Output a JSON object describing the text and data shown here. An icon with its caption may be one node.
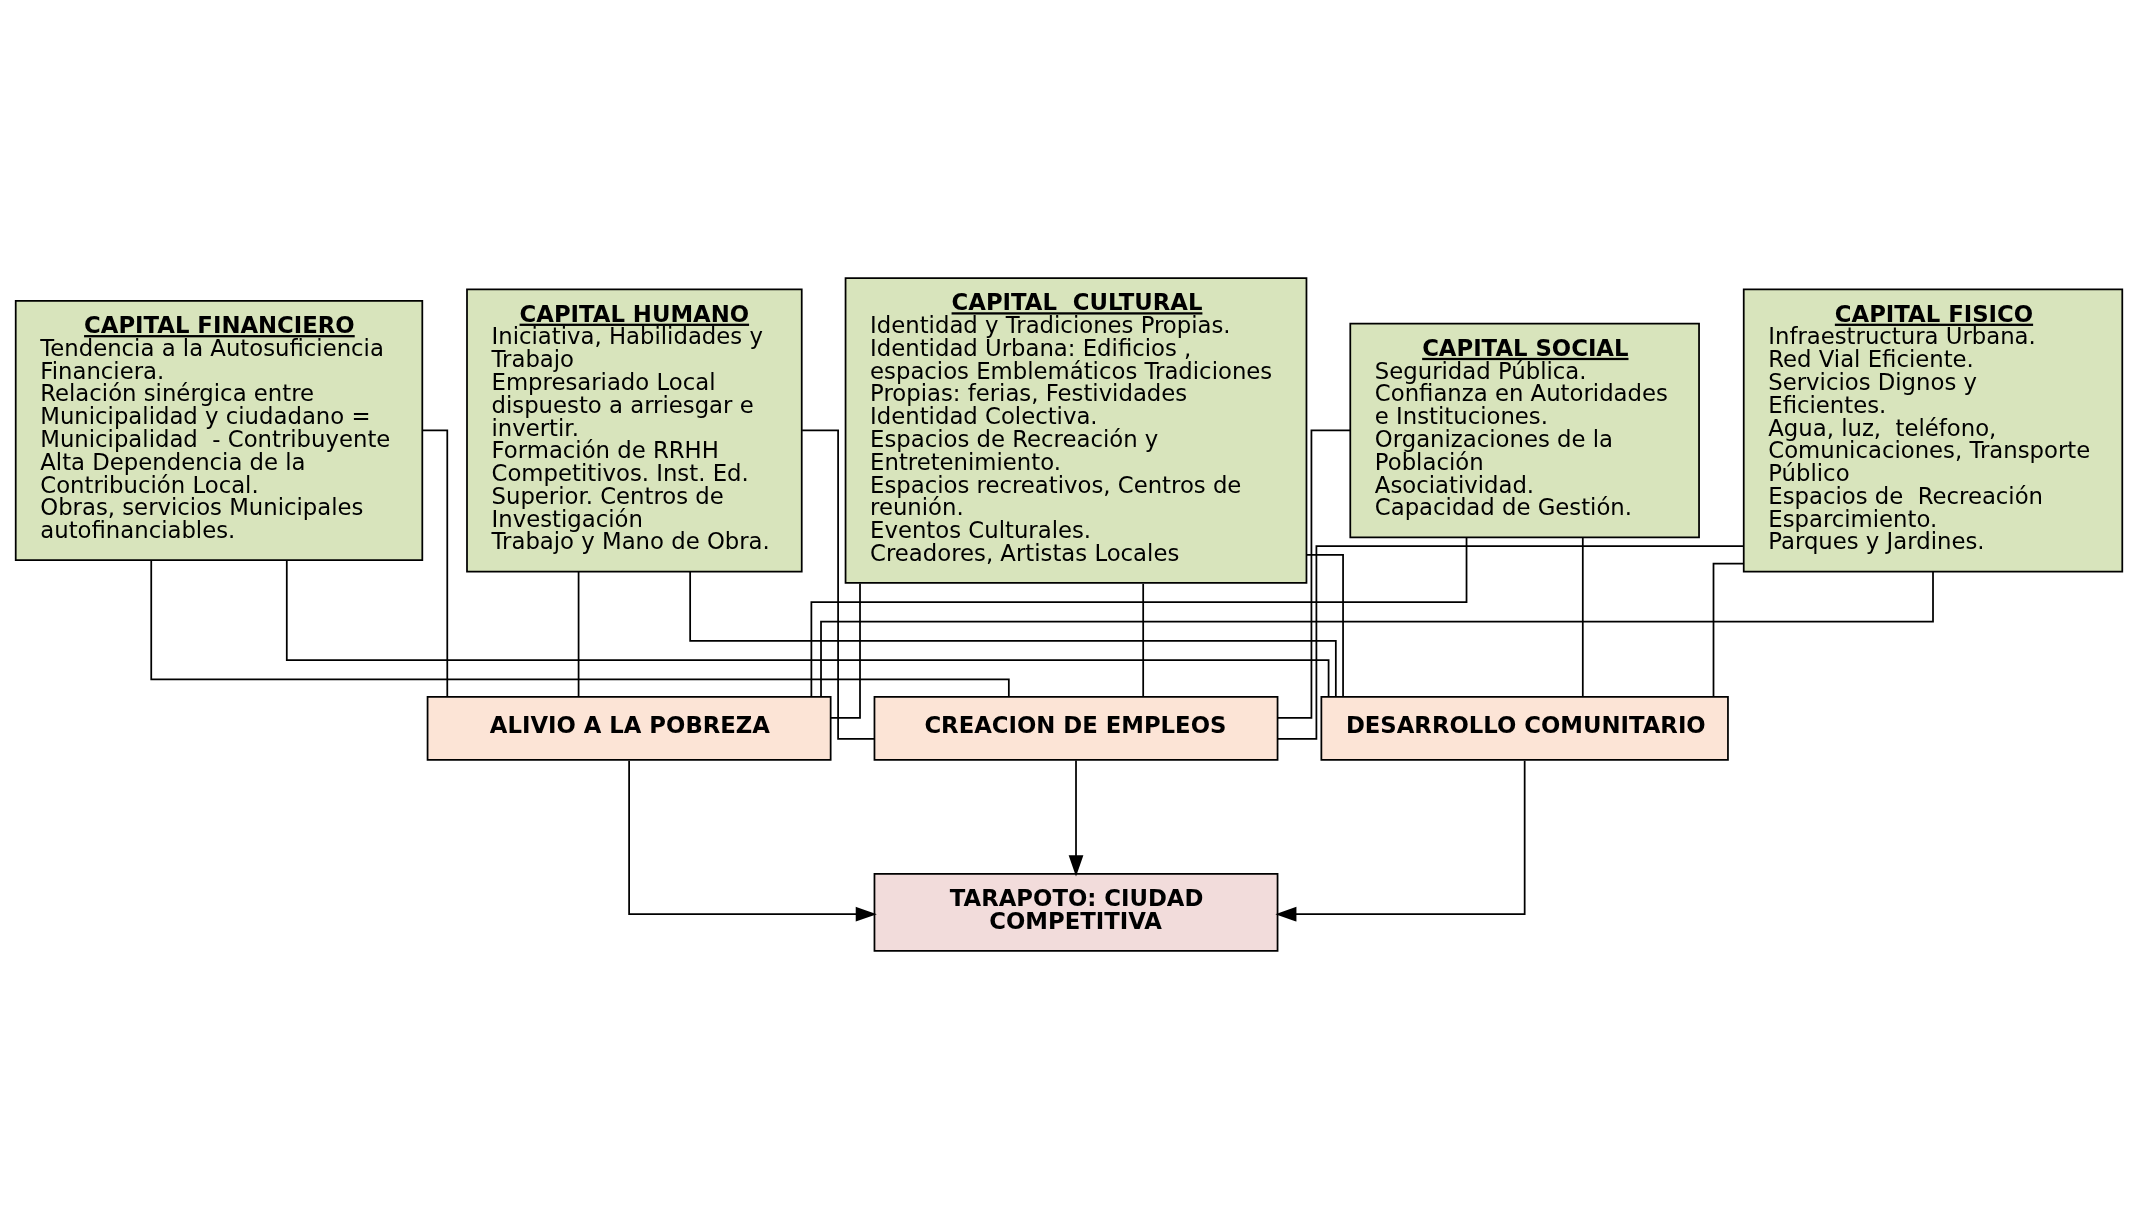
{
  "diagram": {
    "nodes": [
      {
        "text": [
          "CAPITAL FISICO",
          "Infraestructura Urbana.",
          "Red Vial Eficiente.",
          "Servicios Dignos y Eficientes.",
          "Agua, luz,  teléfono, Comunicaciones, Transporte Público",
          "Espacios de  Recreación Esparcimiento.",
          "Parques y Jardines."
        ]
      },
      {
        "text": [
          "CAPITAL FINANCIERO",
          "Tendencia a la Autosuficiencia Financiera.",
          "Relación sinérgica entre Municipalidad y ciudadano = Municipalidad  - Contribuyente",
          "Alta Dependencia de la Contribución Local.",
          "Obras, servicios Municipales autofinanciables."
        ]
      },
      {
        "text": [
          "CAPITAL HUMANO",
          "Iniciativa, Habilidades y Trabajo",
          "Empresariado Local dispuesto a arriesgar e invertir.",
          "Formación de RRHH Competitivos. Inst. Ed. Superior. Centros de Investigación",
          "Trabajo y Mano de Obra."
        ]
      },
      {
        "text": [
          "CAPITAL  CULTURAL",
          "Identidad y Tradiciones Propias.",
          "Identidad Urbana: Edificios , espacios Emblemáticos Tradiciones  Propias: ferias, Festividades",
          "Identidad Colectiva.",
          "Espacios de Recreación y Entretenimiento.",
          "Espacios recreativos, Centros de reunión.",
          "Eventos Culturales.",
          "Creadores, Artistas Locales"
        ]
      },
      {
        "text": [
          "CAPITAL SOCIAL",
          "Seguridad Pública.",
          "Confianza en Autoridades e Instituciones.",
          "Organizaciones de la Población",
          "Asociatividad.",
          "Capacidad de Gestión."
        ]
      },
      {
        "text": [
          "ALIVIO A LA POBREZA"
        ]
      },
      {
        "text": [
          "CREACION DE EMPLEOS"
        ]
      },
      {
        "text": [
          "DESARROLLO COMUNITARIO"
        ]
      },
      {
        "text": [
          "TARAPOTO: CIUDAD COMPETITIVA"
        ]
      }
    ],
    "edges": [
      {
        "from": 0,
        "to": 5,
        "arrow": "none"
      },
      {
        "from": 0,
        "to": 6,
        "arrow": "none"
      },
      {
        "from": 0,
        "to": 7,
        "arrow": "none"
      },
      {
        "from": 1,
        "to": 5,
        "arrow": "none"
      },
      {
        "from": 1,
        "to": 6,
        "arrow": "none"
      },
      {
        "from": 1,
        "to": 7,
        "arrow": "none"
      },
      {
        "from": 2,
        "to": 5,
        "arrow": "none"
      },
      {
        "from": 2,
        "to": 6,
        "arrow": "none"
      },
      {
        "from": 2,
        "to": 7,
        "arrow": "none"
      },
      {
        "from": 3,
        "to": 5,
        "arrow": "none"
      },
      {
        "from": 3,
        "to": 6,
        "arrow": "none"
      },
      {
        "from": 3,
        "to": 7,
        "arrow": "none"
      },
      {
        "from": 4,
        "to": 5,
        "arrow": "none"
      },
      {
        "from": 4,
        "to": 6,
        "arrow": "none"
      },
      {
        "from": 4,
        "to": 7,
        "arrow": "none"
      },
      {
        "from": 5,
        "to": 8,
        "arrow": "to"
      },
      {
        "from": 6,
        "to": 8,
        "arrow": "to"
      },
      {
        "from": 7,
        "to": 8,
        "arrow": "to"
      }
    ]
  }
}
